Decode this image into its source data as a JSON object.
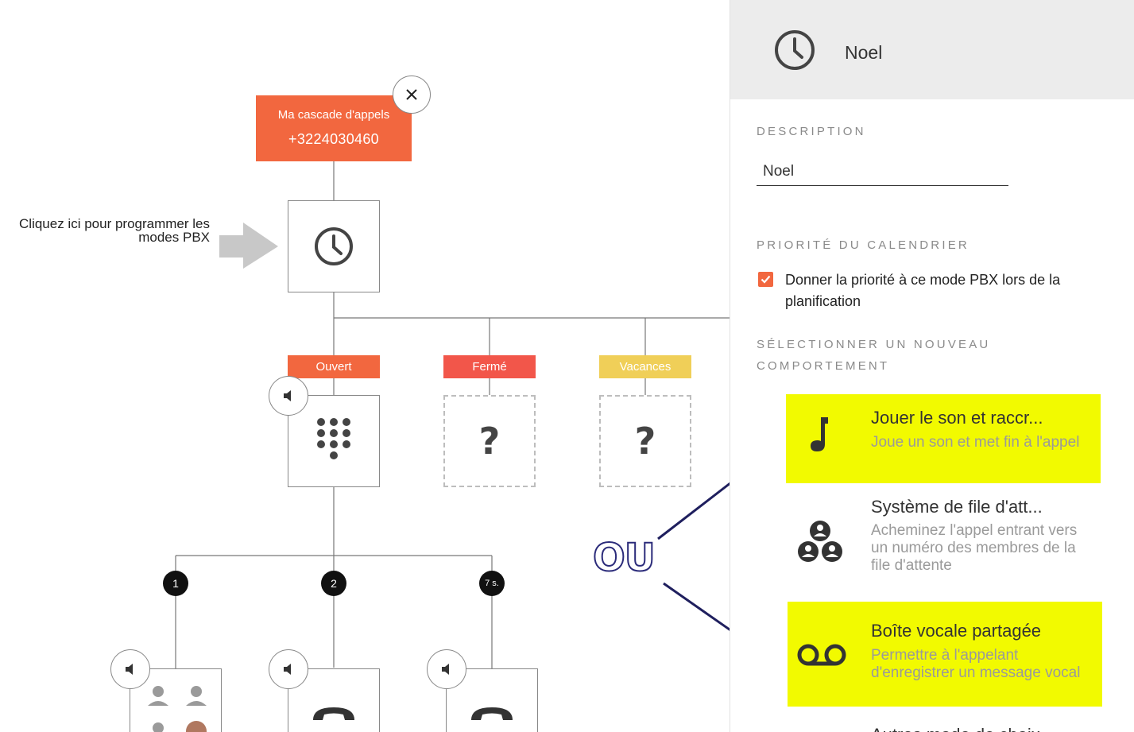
{
  "flow": {
    "root_name": "Ma cascade d'appels",
    "root_number": "+3224030460",
    "hint_text": "Cliquez ici pour programmer les modes PBX",
    "modes": [
      {
        "label": "Ouvert",
        "color": "#f2673f"
      },
      {
        "label": "Fermé",
        "color": "#f2564a"
      },
      {
        "label": "Vacances",
        "color": "#f0cf58"
      }
    ],
    "unknown_symbol": "?",
    "steps": [
      "1",
      "2",
      "7 s."
    ],
    "ou_label": "OU"
  },
  "panel": {
    "title": "Noel",
    "description_label": "DESCRIPTION",
    "description_value": "Noel",
    "priority_label": "PRIORITÉ DU CALENDRIER",
    "priority_checked": true,
    "priority_text": "Donner la priorité à ce mode PBX lors de la planification",
    "behavior_label": "SÉLECTIONNER UN NOUVEAU COMPORTEMENT",
    "options": [
      {
        "title": "Jouer le son et raccr...",
        "desc": "Joue un son et met fin à l'appel",
        "icon": "music-note-icon",
        "highlighted": true
      },
      {
        "title": "Système de file d'att...",
        "desc": "Acheminez l'appel entrant vers un numéro des membres de la file d'attente",
        "icon": "queue-group-icon",
        "highlighted": false
      },
      {
        "title": "Boîte vocale partagée",
        "desc": "Permettre à l'appelant d'enregistrer un message vocal",
        "icon": "voicemail-icon",
        "highlighted": true
      },
      {
        "title": "Autres mode de choix",
        "desc": "",
        "icon": "",
        "highlighted": false
      }
    ]
  },
  "colors": {
    "accent": "#f2673f",
    "highlight": "#f2fa00",
    "arrow": "#1f1f5e"
  }
}
